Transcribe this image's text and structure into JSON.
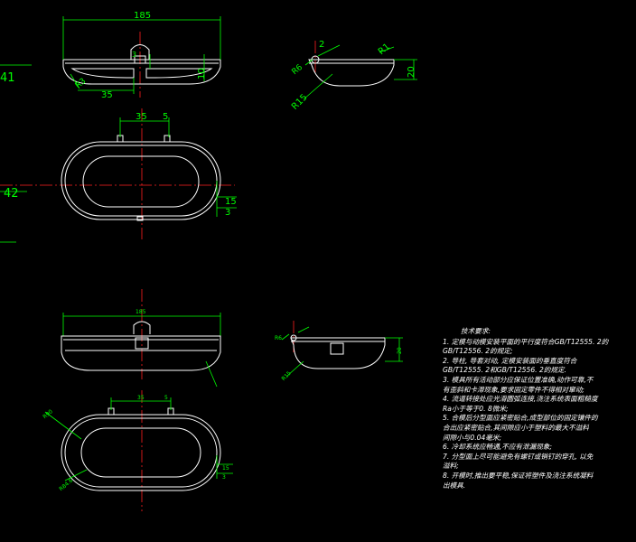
{
  "colors": {
    "background": "#000000",
    "outline": "#ffffff",
    "dimension": "#00ff00",
    "centerline": "#ff2020"
  },
  "dimensions": {
    "top_width": "185",
    "top_3": "3",
    "top_10": "10",
    "top_r3": "R3",
    "top_35": "35",
    "side_2": "2",
    "side_r1": "R1",
    "side_r6": "R6",
    "side_20": "20",
    "side_r15": "R15",
    "plan_35": "35",
    "plan_5": "5",
    "plan_15": "15",
    "plan_3": "3",
    "edge_41": "41",
    "edge_42": "42",
    "lower_width": "185",
    "lower_20": "20",
    "lower_r6": "R6",
    "lower_r15": "R15",
    "lower_r90": "R90",
    "lower_r84": "R84.6",
    "lower_35": "35",
    "lower_5": "5",
    "lower_15": "15",
    "lower_3": "3"
  },
  "tech_notes": {
    "title": "技术要求:",
    "lines": [
      "1. 定模与动模安装平面的平行度符合GB/T12555. 2的",
      "GB/T12556. 2的规定;",
      "2. 导柱, 导套对动, 定模安装面的垂直度符合",
      "GB/T12555. 2和GB/T12556. 2的规定.",
      "3. 模具所有活动部分应保证位置准确,动作可靠,不",
      "有歪斜和卡滞现象,要求固定零件不得相对窜动;",
      "4. 流道转接处应光滑圆弧连接,浇注系统表面粗糙度",
      "Ra小于等于0. 8微米;",
      "5. 合模后分型面应紧密贴合,成型部位的固定镶件的",
      "合出应紧密贴合,其间隙应小于塑料的最大不溢料",
      "间隙小与0.04毫米;",
      "6. 冷却系统应畅通,不应有泄漏现象;",
      "7. 分型面上尽可能避免有螺钉或销钉的穿孔, 以免",
      "溢料;",
      "8. 开模时,推出要平稳,保证将塑件及浇注系统凝料",
      "出模具."
    ]
  }
}
